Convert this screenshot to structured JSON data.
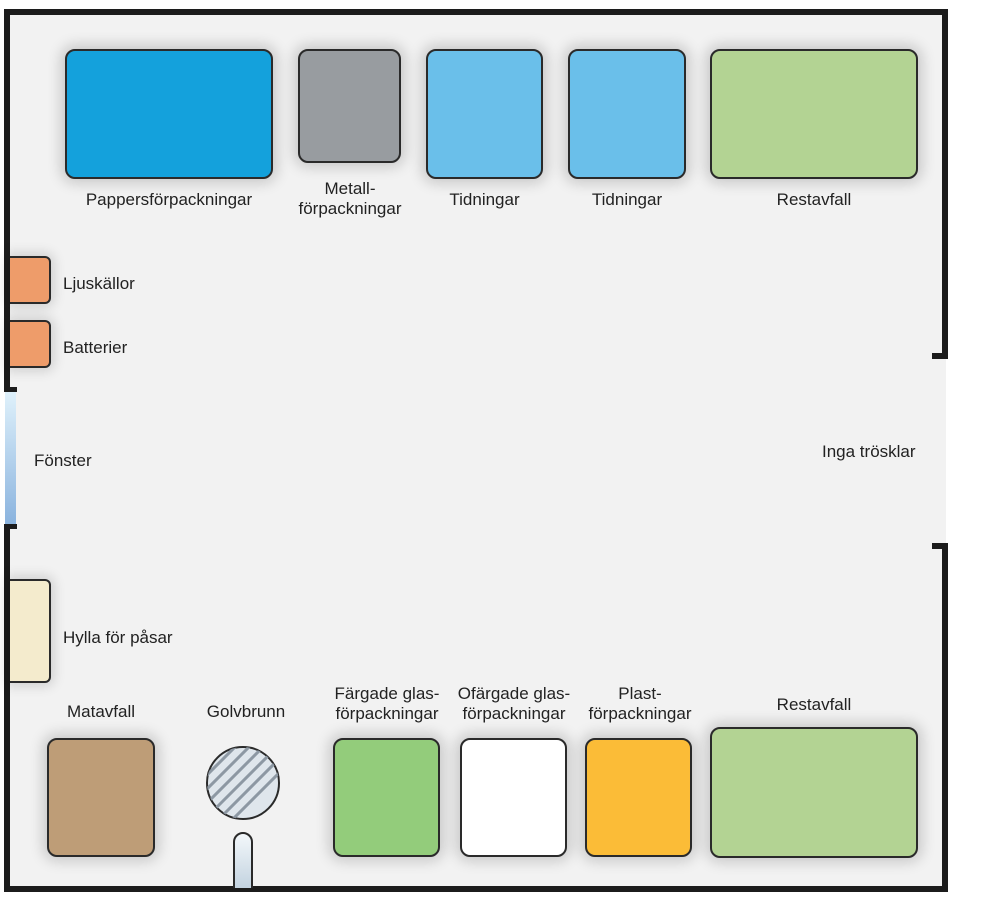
{
  "labels": {
    "pappersforpackningar": "Pappersförpackningar",
    "metall_line1": "Metall-",
    "metall_line2": "förpackningar",
    "tidningar_1": "Tidningar",
    "tidningar_2": "Tidningar",
    "restavfall_top": "Restavfall",
    "ljuskallor": "Ljuskällor",
    "batterier": "Batterier",
    "fonster": "Fönster",
    "inga_trosklar": "Inga trösklar",
    "hylla": "Hylla för påsar",
    "matavfall": "Matavfall",
    "golvbrunn": "Golvbrunn",
    "fargade_line1": "Färgade glas-",
    "fargade_line2": "förpackningar",
    "ofargade_line1": "Ofärgade glas-",
    "ofargade_line2": "förpackningar",
    "plast_line1": "Plast-",
    "plast_line2": "förpackningar",
    "restavfall_bottom": "Restavfall"
  },
  "colors": {
    "floor": "#f2f2f2",
    "wall": "#1c1c1c",
    "paper": "#14a1dc",
    "metal": "#989ca0",
    "newspaper": "#6abfea",
    "residual": "#b3d393",
    "hazardous": "#ee9c6a",
    "shelf": "#f4ebcd",
    "food": "#be9d77",
    "colored_glass": "#93cc7b",
    "clear_glass": "#ffffff",
    "plastic": "#fbbc37",
    "drain": "#dfe6ec"
  }
}
